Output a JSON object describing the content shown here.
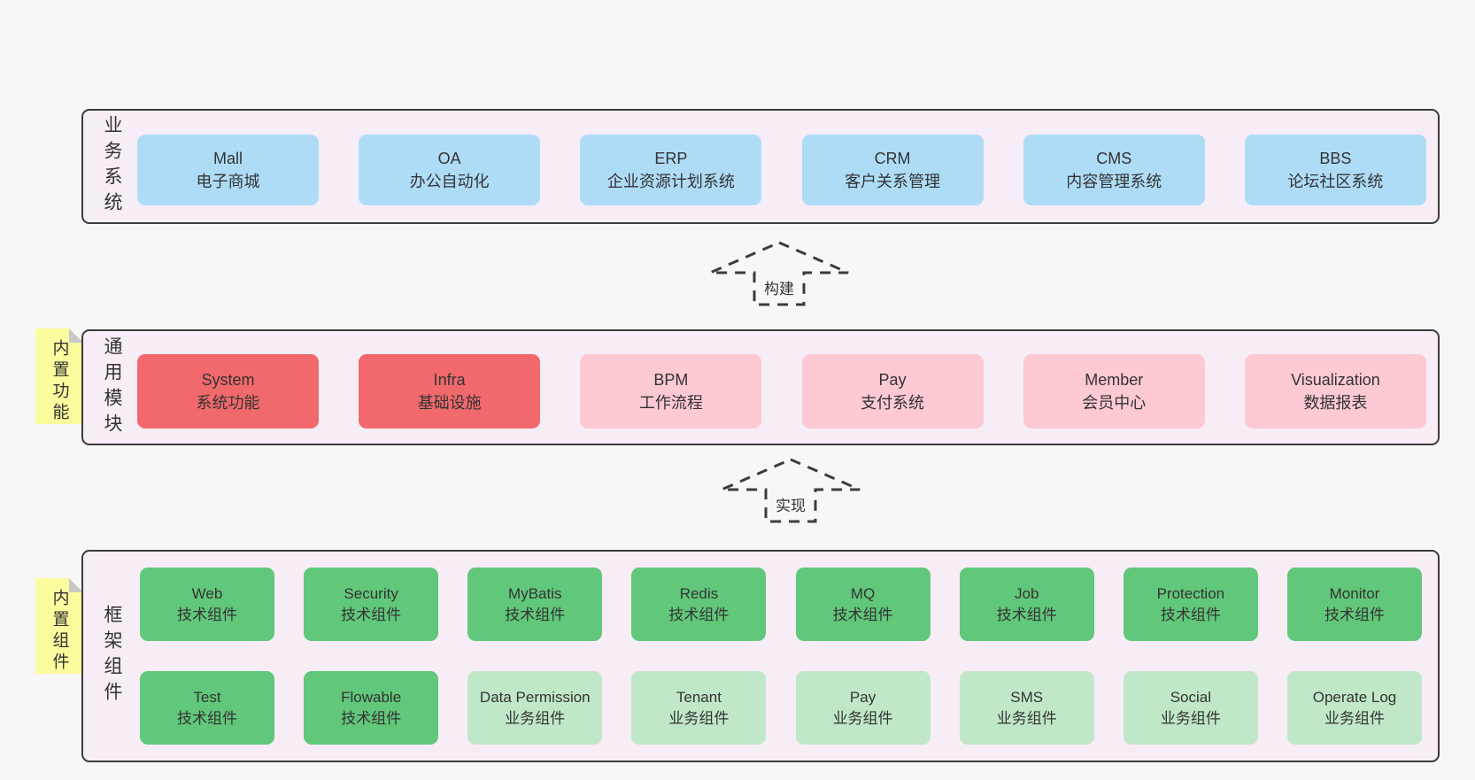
{
  "diagram": {
    "colors": {
      "page_bg": "#f7f7f7",
      "layer_bg": "#f7edf6",
      "layer_border": "#3b3b3b",
      "blue_box": "#aedcf7",
      "red_box": "#f1696c",
      "pink_box": "#fdc9d2",
      "green_box": "#61c77a",
      "green_light_box": "#c0e8c8",
      "sticky_yellow": "#fbfc9d",
      "sticky_fold": "#c8c8c8",
      "text": "#333333"
    },
    "arrows": [
      {
        "label": "构建"
      },
      {
        "label": "实现"
      }
    ],
    "layers": [
      {
        "label": "业务系统",
        "sticky": null,
        "rows": [
          [
            {
              "title": "Mall",
              "subtitle": "电子商城",
              "variant": "blue"
            },
            {
              "title": "OA",
              "subtitle": "办公自动化",
              "variant": "blue"
            },
            {
              "title": "ERP",
              "subtitle": "企业资源计划系统",
              "variant": "blue"
            },
            {
              "title": "CRM",
              "subtitle": "客户关系管理",
              "variant": "blue"
            },
            {
              "title": "CMS",
              "subtitle": "内容管理系统",
              "variant": "blue"
            },
            {
              "title": "BBS",
              "subtitle": "论坛社区系统",
              "variant": "blue"
            }
          ]
        ]
      },
      {
        "label": "通用模块",
        "sticky": "内置功能",
        "rows": [
          [
            {
              "title": "System",
              "subtitle": "系统功能",
              "variant": "red"
            },
            {
              "title": "Infra",
              "subtitle": "基础设施",
              "variant": "red"
            },
            {
              "title": "BPM",
              "subtitle": "工作流程",
              "variant": "pink"
            },
            {
              "title": "Pay",
              "subtitle": "支付系统",
              "variant": "pink"
            },
            {
              "title": "Member",
              "subtitle": "会员中心",
              "variant": "pink"
            },
            {
              "title": "Visualization",
              "subtitle": "数据报表",
              "variant": "pink"
            }
          ]
        ]
      },
      {
        "label": "框架组件",
        "sticky": "内置组件",
        "rows": [
          [
            {
              "title": "Web",
              "subtitle": "技术组件",
              "variant": "green"
            },
            {
              "title": "Security",
              "subtitle": "技术组件",
              "variant": "green"
            },
            {
              "title": "MyBatis",
              "subtitle": "技术组件",
              "variant": "green"
            },
            {
              "title": "Redis",
              "subtitle": "技术组件",
              "variant": "green"
            },
            {
              "title": "MQ",
              "subtitle": "技术组件",
              "variant": "green"
            },
            {
              "title": "Job",
              "subtitle": "技术组件",
              "variant": "green"
            },
            {
              "title": "Protection",
              "subtitle": "技术组件",
              "variant": "green"
            },
            {
              "title": "Monitor",
              "subtitle": "技术组件",
              "variant": "green"
            }
          ],
          [
            {
              "title": "Test",
              "subtitle": "技术组件",
              "variant": "green"
            },
            {
              "title": "Flowable",
              "subtitle": "技术组件",
              "variant": "green"
            },
            {
              "title": "Data Permission",
              "subtitle": "业务组件",
              "variant": "green-light"
            },
            {
              "title": "Tenant",
              "subtitle": "业务组件",
              "variant": "green-light"
            },
            {
              "title": "Pay",
              "subtitle": "业务组件",
              "variant": "green-light"
            },
            {
              "title": "SMS",
              "subtitle": "业务组件",
              "variant": "green-light"
            },
            {
              "title": "Social",
              "subtitle": "业务组件",
              "variant": "green-light"
            },
            {
              "title": "Operate Log",
              "subtitle": "业务组件",
              "variant": "green-light"
            }
          ]
        ]
      }
    ]
  }
}
